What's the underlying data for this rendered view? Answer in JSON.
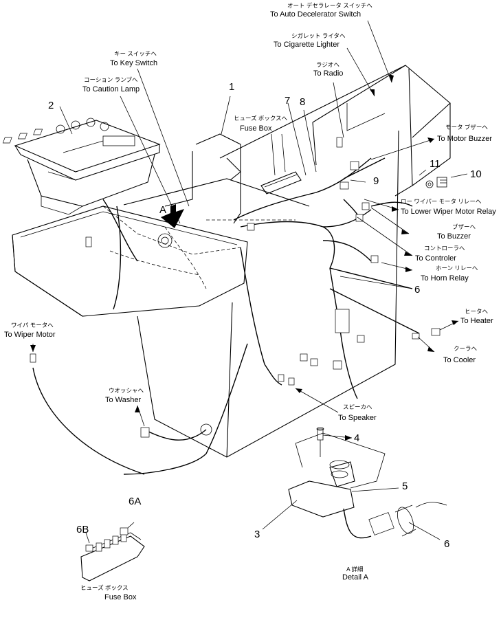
{
  "labels": {
    "auto_decel_jp": "オート デセラレータ スイッチへ",
    "auto_decel_en": "To Auto Decelerator Switch",
    "cig_jp": "シガレット ライタへ",
    "cig_en": "To Cigarette Lighter",
    "radio_jp": "ラジオへ",
    "radio_en": "To Radio",
    "key_jp": "キー スイッチへ",
    "key_en": "To Key Switch",
    "caution_jp": "コーション ランプへ",
    "caution_en": "To Caution Lamp",
    "fusebox_top_jp": "ヒューズ ボックスへ",
    "fusebox_top_en": "Fuse Box",
    "motor_buzzer_jp": "モータ ブザーへ",
    "motor_buzzer_en": "To Motor Buzzer",
    "lower_wiper_jp": "ロー ワイパー モータ リレーへ",
    "lower_wiper_en": "To Lower Wiper Motor Relay",
    "buzzer_jp": "ブザーへ",
    "buzzer_en": "To Buzzer",
    "controler_jp": "コントローラへ",
    "controler_en": "To Controler",
    "horn_jp": "ホーン リレーへ",
    "horn_en": "To Horn Relay",
    "heater_jp": "ヒータへ",
    "heater_en": "To Heater",
    "cooler_jp": "クーラへ",
    "cooler_en": "To Cooler",
    "wiper_motor_jp": "ワイパ モータへ",
    "wiper_motor_en": "To Wiper Motor",
    "washer_jp": "ウオッシャへ",
    "washer_en": "To Washer",
    "speaker_jp": "スピーカへ",
    "speaker_en": "To Speaker",
    "fusebox_bottom_jp": "ヒューズ ボックス",
    "fusebox_bottom_en": "Fuse Box",
    "detail_jp": "A 詳細",
    "detail_en": "Detail A",
    "view_letter": "A"
  },
  "callouts": {
    "n1": "1",
    "n2": "2",
    "n3": "3",
    "n4": "4",
    "n5": "5",
    "n6a": "6",
    "n6b": "6",
    "n6A": "6A",
    "n6B": "6B",
    "n7": "7",
    "n8": "8",
    "n9": "9",
    "n10": "10",
    "n11": "11"
  }
}
